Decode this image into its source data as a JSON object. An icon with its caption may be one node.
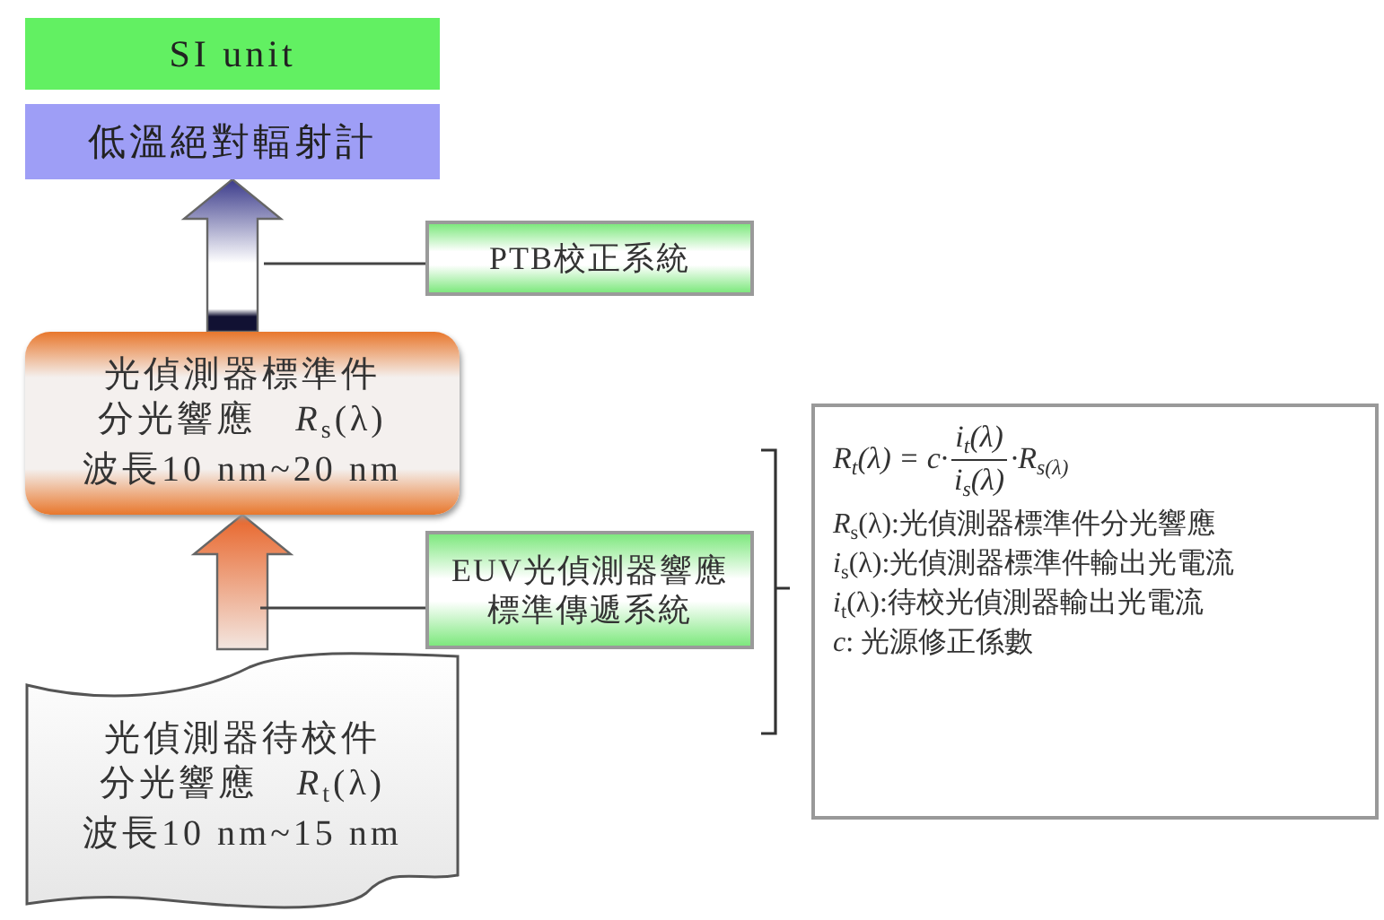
{
  "diagram": {
    "nodes": [
      {
        "text": [
          "SI unit"
        ]
      },
      {
        "text": [
          "低溫絕對輻射計"
        ]
      },
      {
        "text": [
          "PTB校正系統"
        ]
      },
      {
        "text": [
          "光偵測器標準件",
          "分光響應　*R*$_{s}$(λ)",
          "波長10 nm~20 nm"
        ]
      },
      {
        "text": [
          "EUV光偵測器響應標準傳遞系統"
        ]
      },
      {
        "text": [
          "光偵測器待校件",
          "分光響應　*R*$_{t}$(λ)",
          "波長10 nm~15 nm"
        ]
      },
      {
        "text": [
          "R$_{t}$(λ) = c·",
          "i$_{t}$(λ)",
          "i$_{s}$(λ)",
          "·R$_{s(λ)}$",
          "*R*$_{s}$(λ):光偵測器標準件分光響應",
          "*i*$_{s}$(λ):光偵測器標準件輸出光電流",
          "*i*$_{t}$(λ):待校光偵測器輸出光電流",
          "*c*: 光源修正係數"
        ]
      }
    ],
    "edges": [
      {
        "from": 3,
        "to": 1,
        "arrow": "to"
      },
      {
        "from": 2,
        "to": null,
        "arrow": "none"
      },
      {
        "from": 5,
        "to": 3,
        "arrow": "to"
      },
      {
        "from": 4,
        "to": null,
        "arrow": "none"
      }
    ]
  }
}
